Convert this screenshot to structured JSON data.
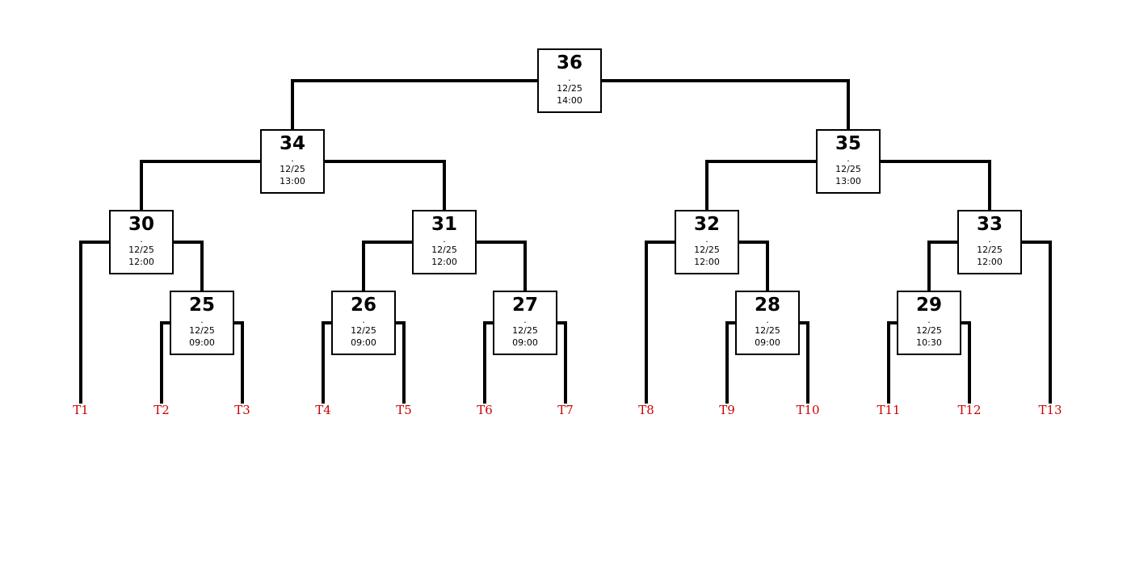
{
  "colors": {
    "line": "#000000",
    "team_label": "#cc0000",
    "box_border": "#000000"
  },
  "matches": [
    {
      "id": "m25",
      "num": "25",
      "dot": ".",
      "date": "12/25",
      "time": "09:00",
      "children": [
        "t2",
        "t3"
      ]
    },
    {
      "id": "m26",
      "num": "26",
      "dot": ".",
      "date": "12/25",
      "time": "09:00",
      "children": [
        "t4",
        "t5"
      ]
    },
    {
      "id": "m27",
      "num": "27",
      "dot": ".",
      "date": "12/25",
      "time": "09:00",
      "children": [
        "t6",
        "t7"
      ]
    },
    {
      "id": "m28",
      "num": "28",
      "dot": ".",
      "date": "12/25",
      "time": "09:00",
      "children": [
        "t9",
        "t10"
      ]
    },
    {
      "id": "m29",
      "num": "29",
      "dot": ".",
      "date": "12/25",
      "time": "10:30",
      "children": [
        "t11",
        "t12"
      ]
    },
    {
      "id": "m30",
      "num": "30",
      "dot": ".",
      "date": "12/25",
      "time": "12:00",
      "children": [
        "t1",
        "m25"
      ]
    },
    {
      "id": "m31",
      "num": "31",
      "dot": ".",
      "date": "12/25",
      "time": "12:00",
      "children": [
        "m26",
        "m27"
      ]
    },
    {
      "id": "m32",
      "num": "32",
      "dot": ".",
      "date": "12/25",
      "time": "12:00",
      "children": [
        "t8",
        "m28"
      ]
    },
    {
      "id": "m33",
      "num": "33",
      "dot": ".",
      "date": "12/25",
      "time": "12:00",
      "children": [
        "m29",
        "t13"
      ]
    },
    {
      "id": "m34",
      "num": "34",
      "dot": ".",
      "date": "12/25",
      "time": "13:00",
      "children": [
        "m30",
        "m31"
      ]
    },
    {
      "id": "m35",
      "num": "35",
      "dot": ".",
      "date": "12/25",
      "time": "13:00",
      "children": [
        "m32",
        "m33"
      ]
    },
    {
      "id": "m36",
      "num": "36",
      "dot": ".",
      "date": "12/25",
      "time": "14:00",
      "children": [
        "m34",
        "m35"
      ]
    }
  ],
  "teams": [
    {
      "id": "t1",
      "label": "T1"
    },
    {
      "id": "t2",
      "label": "T2"
    },
    {
      "id": "t3",
      "label": "T3"
    },
    {
      "id": "t4",
      "label": "T4"
    },
    {
      "id": "t5",
      "label": "T5"
    },
    {
      "id": "t6",
      "label": "T6"
    },
    {
      "id": "t7",
      "label": "T7"
    },
    {
      "id": "t8",
      "label": "T8"
    },
    {
      "id": "t9",
      "label": "T9"
    },
    {
      "id": "t10",
      "label": "T10"
    },
    {
      "id": "t11",
      "label": "T11"
    },
    {
      "id": "t12",
      "label": "T12"
    },
    {
      "id": "t13",
      "label": "T13"
    }
  ]
}
